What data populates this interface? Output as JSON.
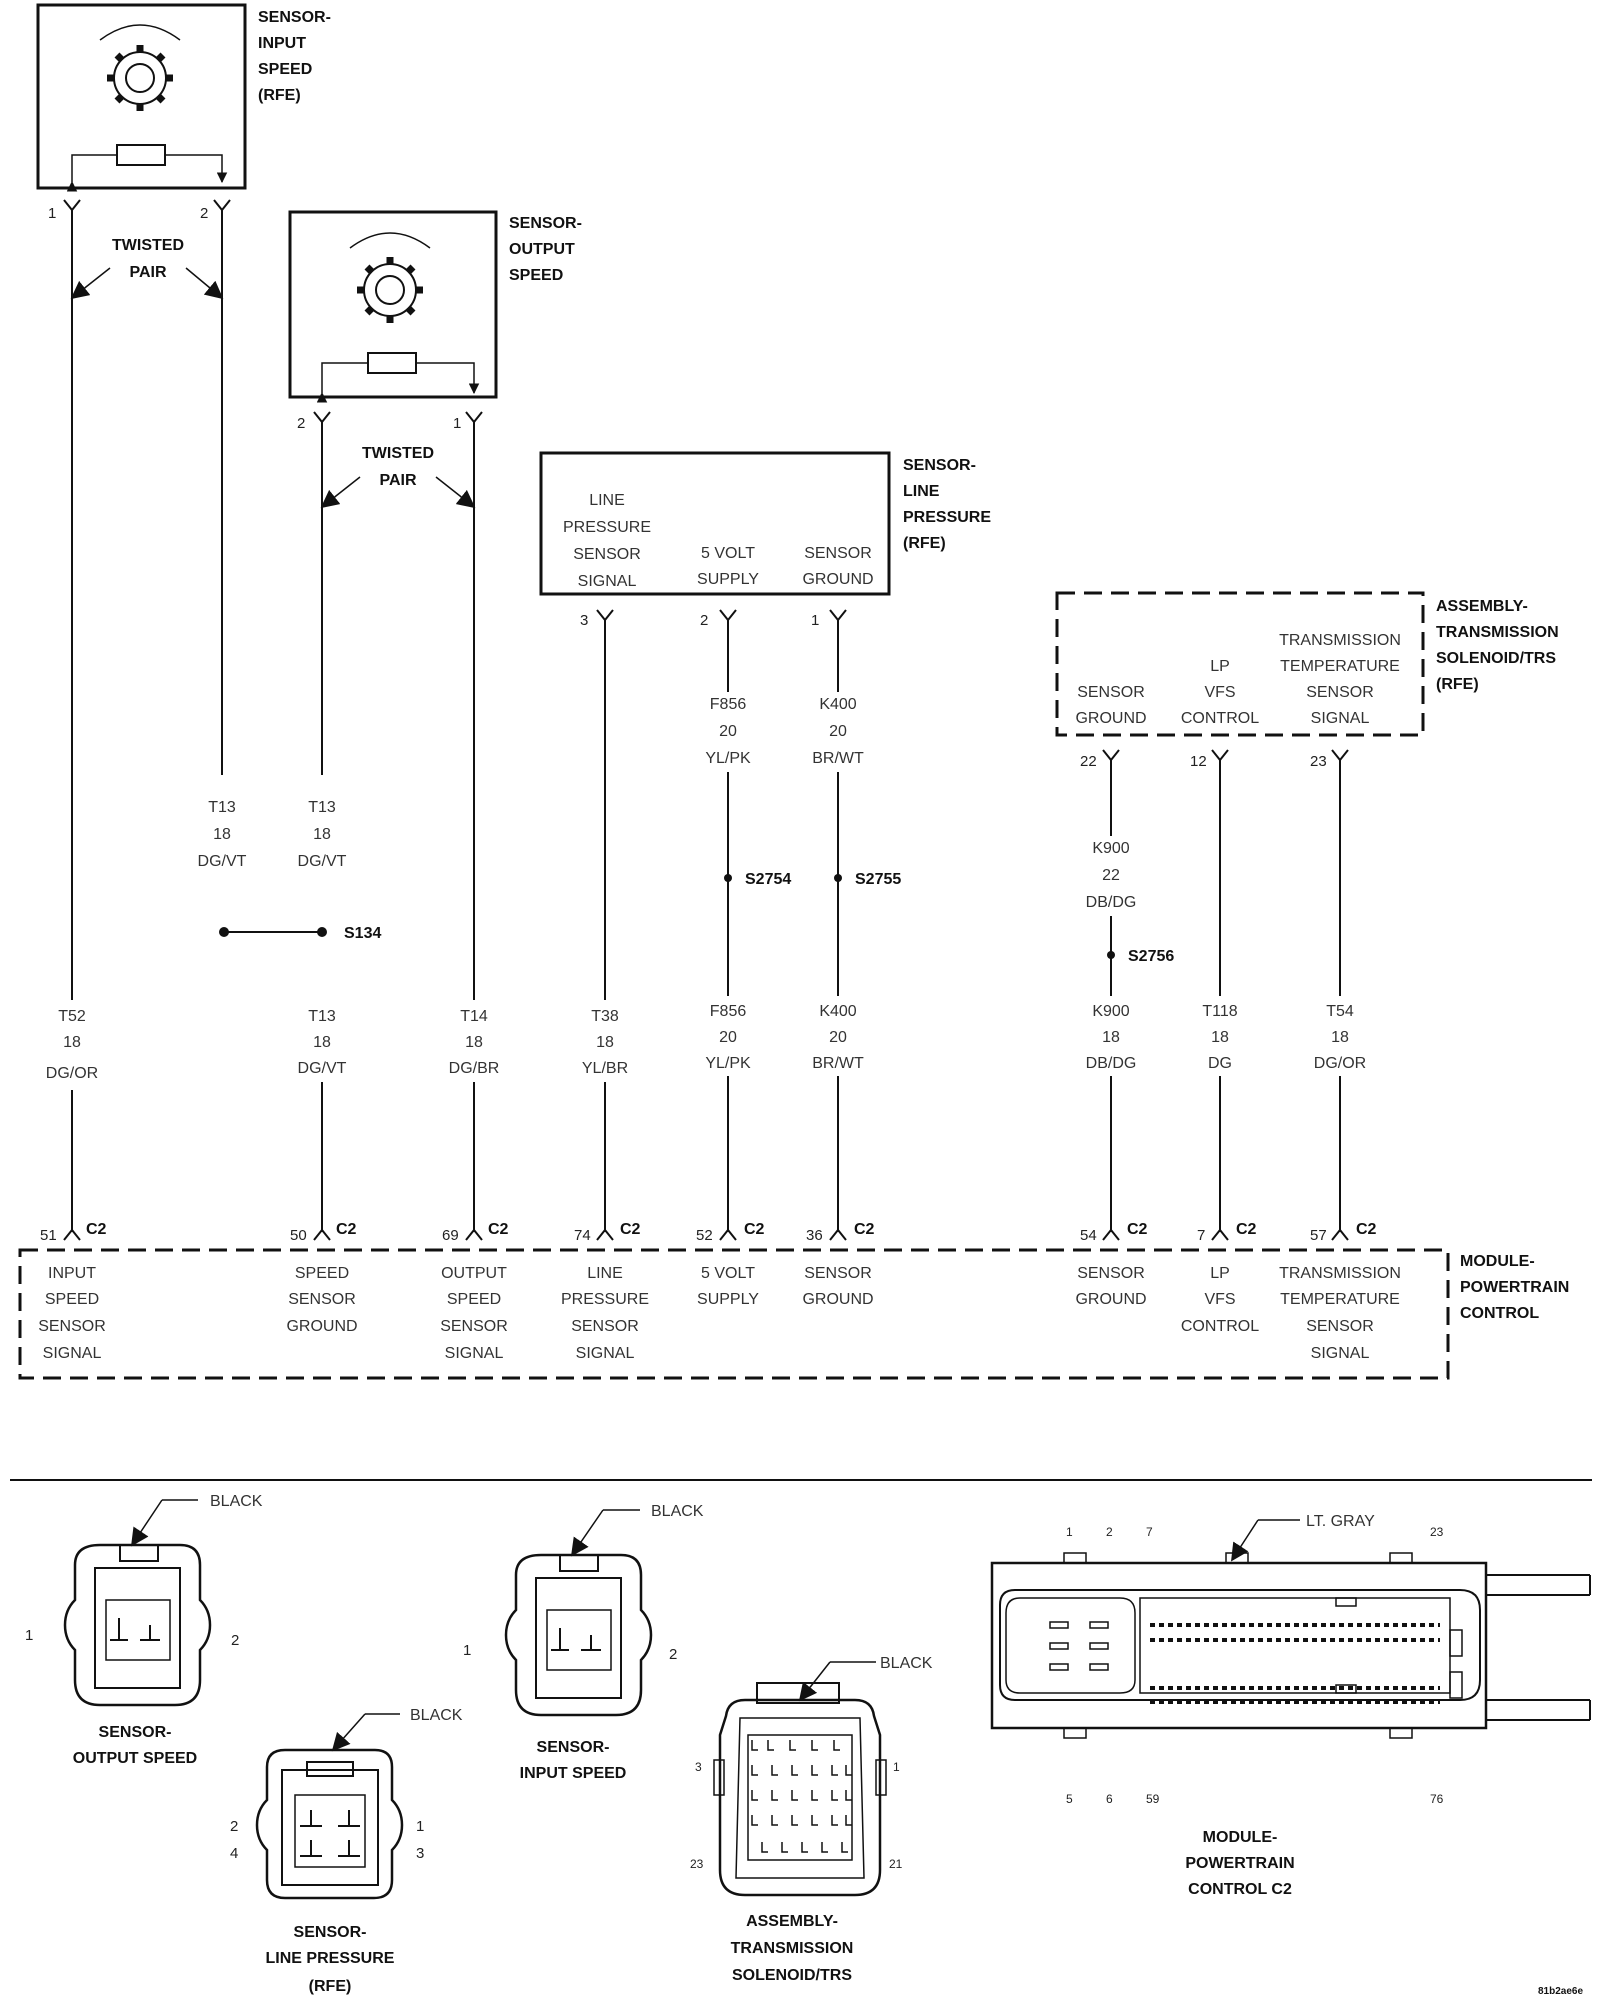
{
  "components": {
    "input_speed": {
      "name": [
        "SENSOR-",
        "INPUT",
        "SPEED",
        "(RFE)"
      ],
      "twisted": [
        "TWISTED",
        "PAIR"
      ],
      "pins": [
        "1",
        "2"
      ]
    },
    "output_speed": {
      "name": [
        "SENSOR-",
        "OUTPUT",
        "SPEED"
      ],
      "twisted": [
        "TWISTED",
        "PAIR"
      ],
      "pins": [
        "2",
        "1"
      ]
    },
    "line_pressure": {
      "name": [
        "SENSOR-",
        "LINE",
        "PRESSURE",
        "(RFE)"
      ],
      "terms": [
        {
          "pin": "3",
          "label": [
            "LINE",
            "PRESSURE",
            "SENSOR",
            "SIGNAL"
          ]
        },
        {
          "pin": "2",
          "label": [
            "5 VOLT",
            "SUPPLY"
          ]
        },
        {
          "pin": "1",
          "label": [
            "SENSOR",
            "GROUND"
          ]
        }
      ]
    },
    "solenoid": {
      "name": [
        "ASSEMBLY-",
        "TRANSMISSION",
        "SOLENOID/TRS",
        "(RFE)"
      ],
      "terms": [
        {
          "pin": "22",
          "label": [
            "SENSOR",
            "GROUND"
          ]
        },
        {
          "pin": "12",
          "label": [
            "LP",
            "VFS",
            "CONTROL"
          ]
        },
        {
          "pin": "23",
          "label": [
            "TRANSMISSION",
            "TEMPERATURE",
            "SENSOR",
            "SIGNAL"
          ]
        }
      ]
    },
    "pcm": {
      "name": [
        "MODULE-",
        "POWERTRAIN",
        "CONTROL"
      ],
      "conn": "C2",
      "terms": [
        {
          "pin": "51",
          "label": [
            "INPUT",
            "SPEED",
            "SENSOR",
            "SIGNAL"
          ]
        },
        {
          "pin": "50",
          "label": [
            "SPEED",
            "SENSOR",
            "GROUND"
          ]
        },
        {
          "pin": "69",
          "label": [
            "OUTPUT",
            "SPEED",
            "SENSOR",
            "SIGNAL"
          ]
        },
        {
          "pin": "74",
          "label": [
            "LINE",
            "PRESSURE",
            "SENSOR",
            "SIGNAL"
          ]
        },
        {
          "pin": "52",
          "label": [
            "5 VOLT",
            "SUPPLY"
          ]
        },
        {
          "pin": "36",
          "label": [
            "SENSOR",
            "GROUND"
          ]
        },
        {
          "pin": "54",
          "label": [
            "SENSOR",
            "GROUND"
          ]
        },
        {
          "pin": "7",
          "label": [
            "LP",
            "VFS",
            "CONTROL"
          ]
        },
        {
          "pin": "57",
          "label": [
            "TRANSMISSION",
            "TEMPERATURE",
            "SENSOR",
            "SIGNAL"
          ]
        }
      ]
    }
  },
  "wires": {
    "t52": [
      "T52",
      "18",
      "DG/OR"
    ],
    "t13_a": [
      "T13",
      "18",
      "DG/VT"
    ],
    "t13_b": [
      "T13",
      "18",
      "DG/VT"
    ],
    "t13_c": [
      "T13",
      "18",
      "DG/VT"
    ],
    "t14": [
      "T14",
      "18",
      "DG/BR"
    ],
    "t38": [
      "T38",
      "18",
      "YL/BR"
    ],
    "f856_a": [
      "F856",
      "20",
      "YL/PK"
    ],
    "f856_b": [
      "F856",
      "20",
      "YL/PK"
    ],
    "k400_a": [
      "K400",
      "20",
      "BR/WT"
    ],
    "k400_b": [
      "K400",
      "20",
      "BR/WT"
    ],
    "k900_a": [
      "K900",
      "22",
      "DB/DG"
    ],
    "k900_b": [
      "K900",
      "18",
      "DB/DG"
    ],
    "t118": [
      "T118",
      "18",
      "DG"
    ],
    "t54": [
      "T54",
      "18",
      "DG/OR"
    ]
  },
  "splices": {
    "s134": "S134",
    "s2754": "S2754",
    "s2755": "S2755",
    "s2756": "S2756"
  },
  "connector_views": {
    "output_speed": {
      "color": "BLACK",
      "pins": [
        "1",
        "2"
      ],
      "title": [
        "SENSOR-",
        "OUTPUT SPEED"
      ]
    },
    "input_speed": {
      "color": "BLACK",
      "pins": [
        "1",
        "2"
      ],
      "title": [
        "SENSOR-",
        "INPUT SPEED"
      ]
    },
    "line_pressure": {
      "color": "BLACK",
      "pins": [
        "2",
        "4",
        "1",
        "3"
      ],
      "title": [
        "SENSOR-",
        "LINE PRESSURE",
        "(RFE)"
      ]
    },
    "solenoid": {
      "color": "BLACK",
      "pins": [
        "3",
        "1",
        "23",
        "21"
      ],
      "title": [
        "ASSEMBLY-",
        "TRANSMISSION",
        "SOLENOID/TRS"
      ]
    },
    "pcm_c2": {
      "color": "LT. GRAY",
      "pins_top": [
        "1",
        "2",
        "7",
        "23"
      ],
      "pins_bottom": [
        "5",
        "6",
        "59",
        "76"
      ],
      "title": [
        "MODULE-",
        "POWERTRAIN",
        "CONTROL C2"
      ]
    }
  },
  "image_code": "81b2ae6e"
}
